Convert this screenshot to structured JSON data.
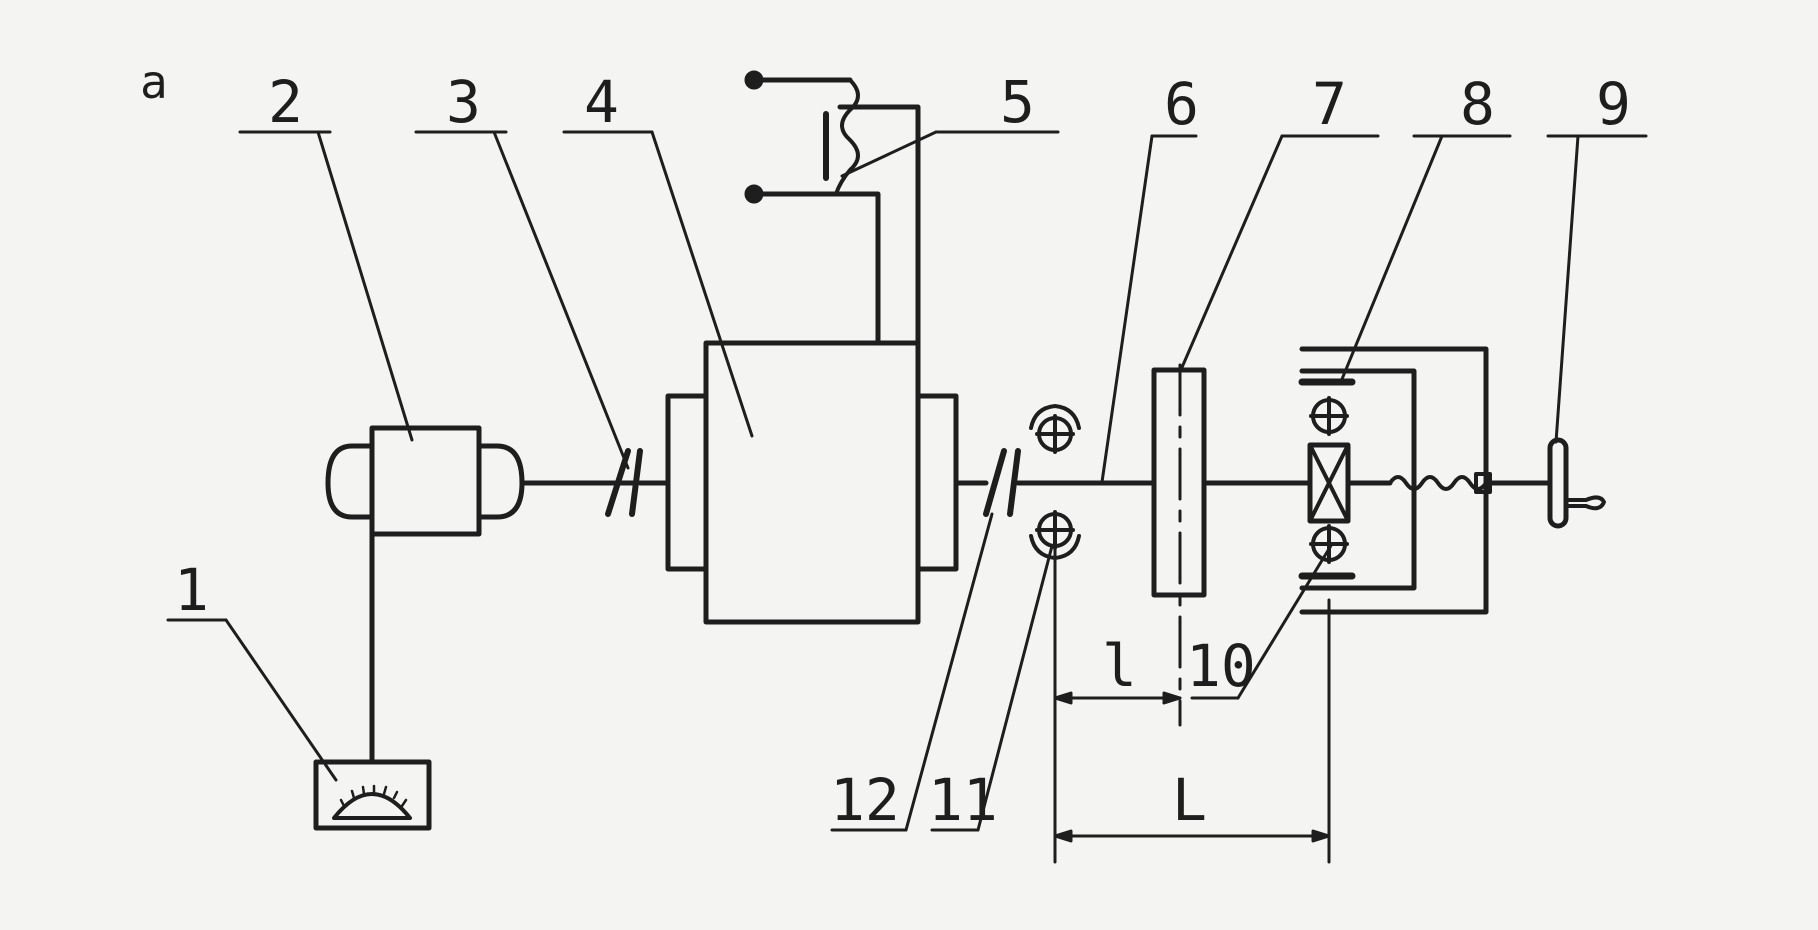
{
  "corner_label": "a",
  "labels": {
    "n1": "1",
    "n2": "2",
    "n3": "3",
    "n4": "4",
    "n5": "5",
    "n6": "6",
    "n7": "7",
    "n8": "8",
    "n9": "9",
    "n10": "10",
    "n11": "11",
    "n12": "12"
  },
  "dimensions": {
    "short": "l",
    "long": "L"
  },
  "colors": {
    "ink": "#1e1e1e",
    "paper": "#f4f4f2"
  }
}
